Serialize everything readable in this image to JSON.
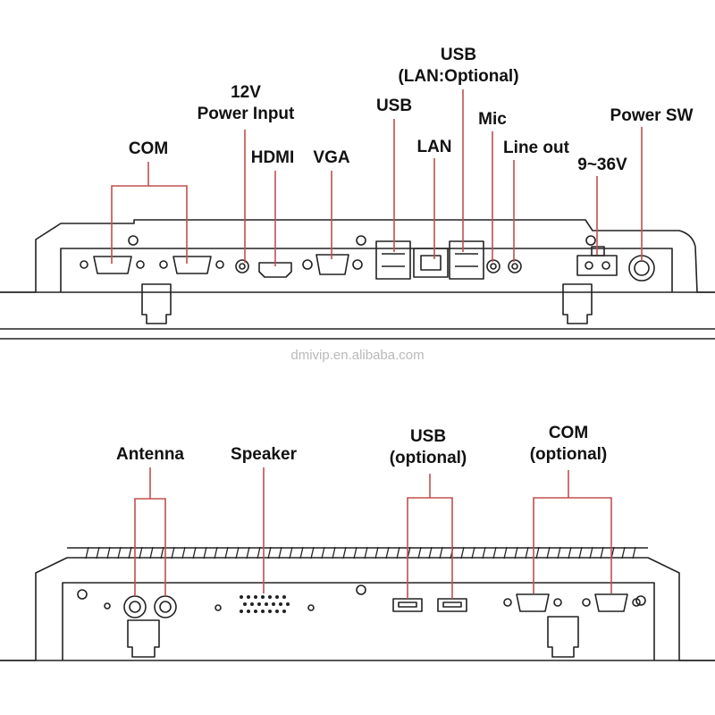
{
  "top_panel": {
    "labels": {
      "com": "COM",
      "power_input": [
        "12V",
        "Power Input"
      ],
      "hdmi": "HDMI",
      "vga": "VGA",
      "usb": "USB",
      "lan": "LAN",
      "usb_lan": [
        "USB",
        "(LAN:Optional)"
      ],
      "mic": "Mic",
      "line_out": "Line out",
      "power_sw": "Power SW",
      "voltage": "9~36V"
    }
  },
  "watermark": "dmivip.en.alibaba.com",
  "bottom_panel": {
    "labels": {
      "antenna": "Antenna",
      "speaker": "Speaker",
      "usb_optional": [
        "USB",
        "(optional)"
      ],
      "com_optional": [
        "COM",
        "(optional)"
      ]
    }
  },
  "colors": {
    "leader_line": "#c0504d",
    "outline": "#222222"
  }
}
